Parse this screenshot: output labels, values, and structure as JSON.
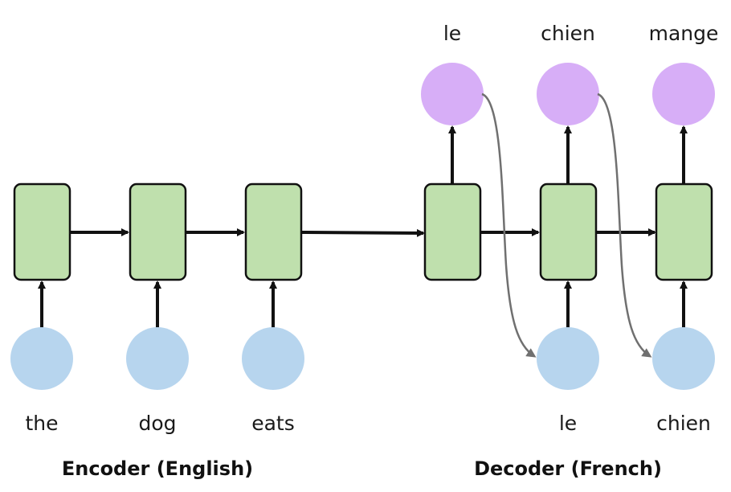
{
  "encoder": {
    "caption": "Encoder (English)",
    "inputs": [
      "the",
      "dog",
      "eats"
    ]
  },
  "decoder": {
    "caption": "Decoder (French)",
    "outputs": [
      "le",
      "chien",
      "mange"
    ],
    "inputs": [
      "le",
      "chien"
    ]
  },
  "colors": {
    "cell_fill": "#bfe0ad",
    "cell_stroke": "#111111",
    "input_node": "#b7d5ee",
    "output_node": "#d7aef7",
    "arrow": "#111111",
    "feedback_arrow": "#707070"
  }
}
